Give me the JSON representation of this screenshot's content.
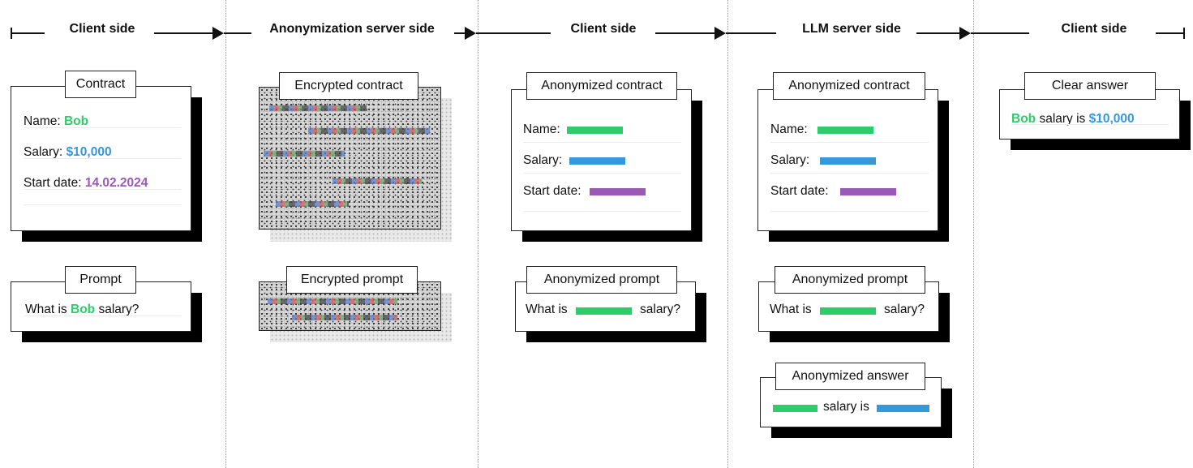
{
  "headers": [
    "Client side",
    "Anonymization server side",
    "Client side",
    "LLM server side",
    "Client side"
  ],
  "colors": {
    "green": "#2ecc6b",
    "blue": "#3498db",
    "purple": "#9b59b6"
  },
  "contract": {
    "title": "Contract",
    "name_label": "Name:",
    "name_value": "Bob",
    "salary_label": "Salary:",
    "salary_value": "$10,000",
    "start_label": "Start date:",
    "start_value": "14.02.2024"
  },
  "prompt": {
    "title": "Prompt",
    "text_before": "What is",
    "name_value": "Bob",
    "text_after": "salary?"
  },
  "encrypted_contract": {
    "title": "Encrypted contract"
  },
  "encrypted_prompt": {
    "title": "Encrypted prompt"
  },
  "anon_contract_client": {
    "title": "Anonymized contract",
    "name_label": "Name:",
    "salary_label": "Salary:",
    "start_label": "Start date:"
  },
  "anon_prompt_client": {
    "title": "Anonymized prompt",
    "text_before": "What is",
    "text_after": "salary?"
  },
  "anon_contract_llm": {
    "title": "Anonymized contract",
    "name_label": "Name:",
    "salary_label": "Salary:",
    "start_label": "Start date:"
  },
  "anon_prompt_llm": {
    "title": "Anonymized prompt",
    "text_before": "What is",
    "text_after": "salary?"
  },
  "anon_answer": {
    "title": "Anonymized answer",
    "text_mid": "salary is"
  },
  "clear_answer": {
    "title": "Clear answer",
    "name_value": "Bob",
    "text_mid": "salary is",
    "salary_value": "$10,000"
  }
}
